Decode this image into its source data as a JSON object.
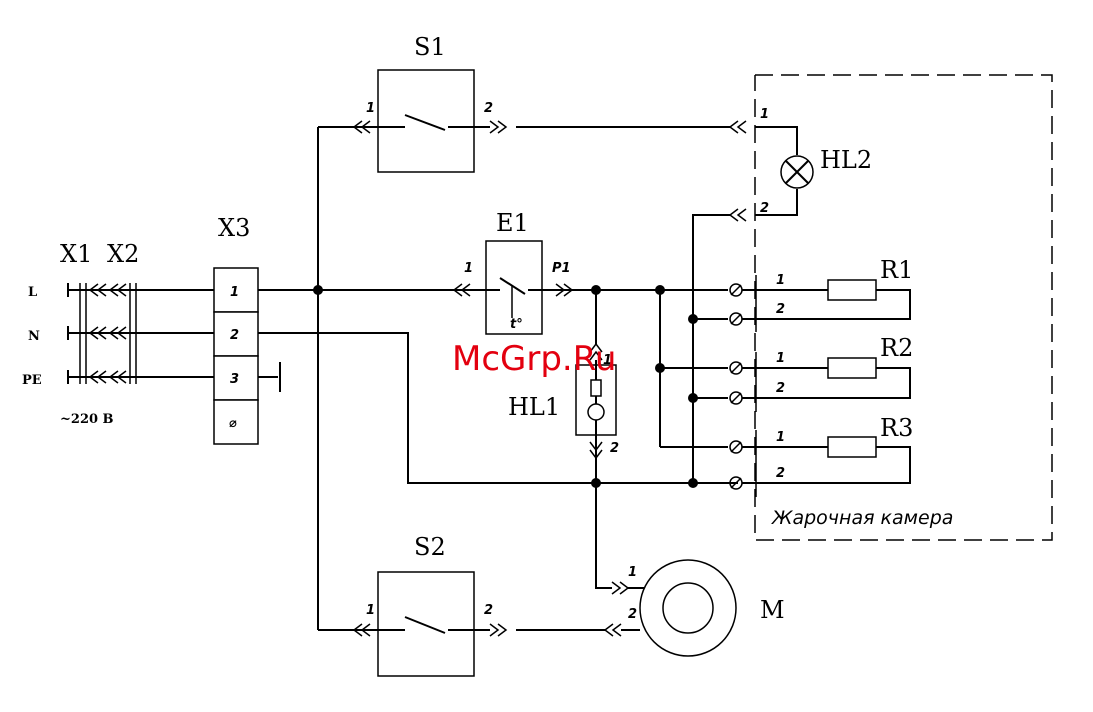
{
  "watermark": "McGrp.Ru",
  "labels": {
    "x1": "X1",
    "x2": "X2",
    "x3": "X3",
    "s1": "S1",
    "s2": "S2",
    "e1": "E1",
    "hl1": "HL1",
    "hl2": "HL2",
    "r1": "R1",
    "r2": "R2",
    "r3": "R3",
    "m": "M",
    "supply": "~220 В",
    "chamber": "Жарочная камера"
  },
  "terminals": {
    "l": "L",
    "n": "N",
    "pe": "PE"
  },
  "x3_pins": [
    "1",
    "2",
    "3",
    "⌀"
  ],
  "pins": {
    "one": "1",
    "two": "2",
    "e1_in": "1",
    "e1_out": "P1",
    "temp": "t°"
  }
}
